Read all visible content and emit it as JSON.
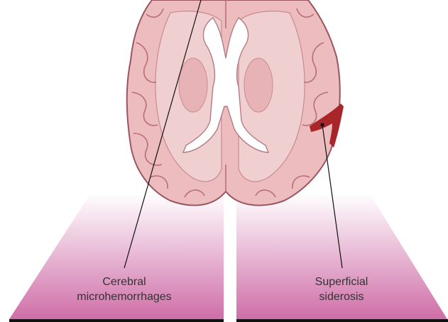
{
  "labels": {
    "left": {
      "line1": "Cerebral",
      "line2": "microhemorrhages"
    },
    "right": {
      "line1": "Superficial",
      "line2": "siderosis"
    }
  },
  "colors": {
    "brain_fill": "#edbcbe",
    "brain_outline": "#9a5660",
    "white_matter": "#f0cfd0",
    "ventricle": "#ffffff",
    "deep_gray": "#e7b3b7",
    "siderosis": "#a8262a",
    "gradient_top": "#ffffff",
    "gradient_bottom": "#cf6ea8",
    "baseline": "#111111",
    "leader_line": "#111111",
    "label_text": "#333333"
  },
  "icons": [
    "brain-axial-illustration"
  ]
}
